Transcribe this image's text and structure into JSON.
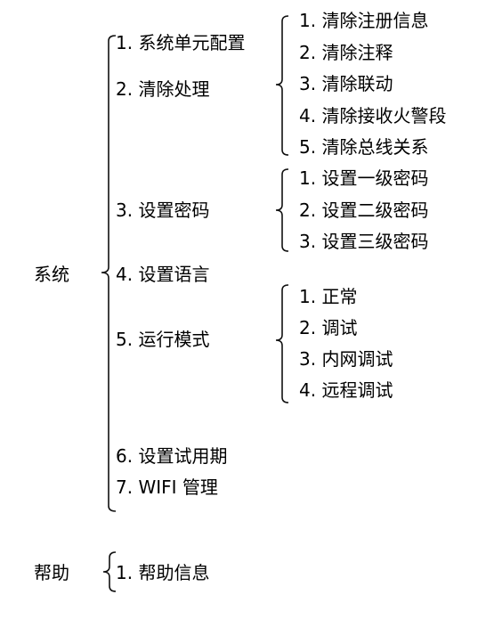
{
  "diagram": {
    "roots": [
      {
        "label": "系统",
        "children": [
          {
            "label": "1.  系统单元配置"
          },
          {
            "label": "2.  清除处理",
            "children": [
              "1.  清除注册信息",
              "2.  清除注释",
              "3.  清除联动",
              "4.  清除接收火警段",
              "5.  清除总线关系"
            ]
          },
          {
            "label": "3.  设置密码",
            "children": [
              "1.  设置一级密码",
              "2.  设置二级密码",
              "3.  设置三级密码"
            ]
          },
          {
            "label": "4.  设置语言"
          },
          {
            "label": "5.  运行模式",
            "children": [
              "1.  正常",
              "2.  调试",
              "3.  内网调试",
              "4.  远程调试"
            ]
          },
          {
            "label": "6.  设置试用期"
          },
          {
            "label": "7. WIFI 管理"
          }
        ]
      },
      {
        "label": "帮助",
        "children": [
          {
            "label": "1.  帮助信息"
          }
        ]
      }
    ]
  }
}
